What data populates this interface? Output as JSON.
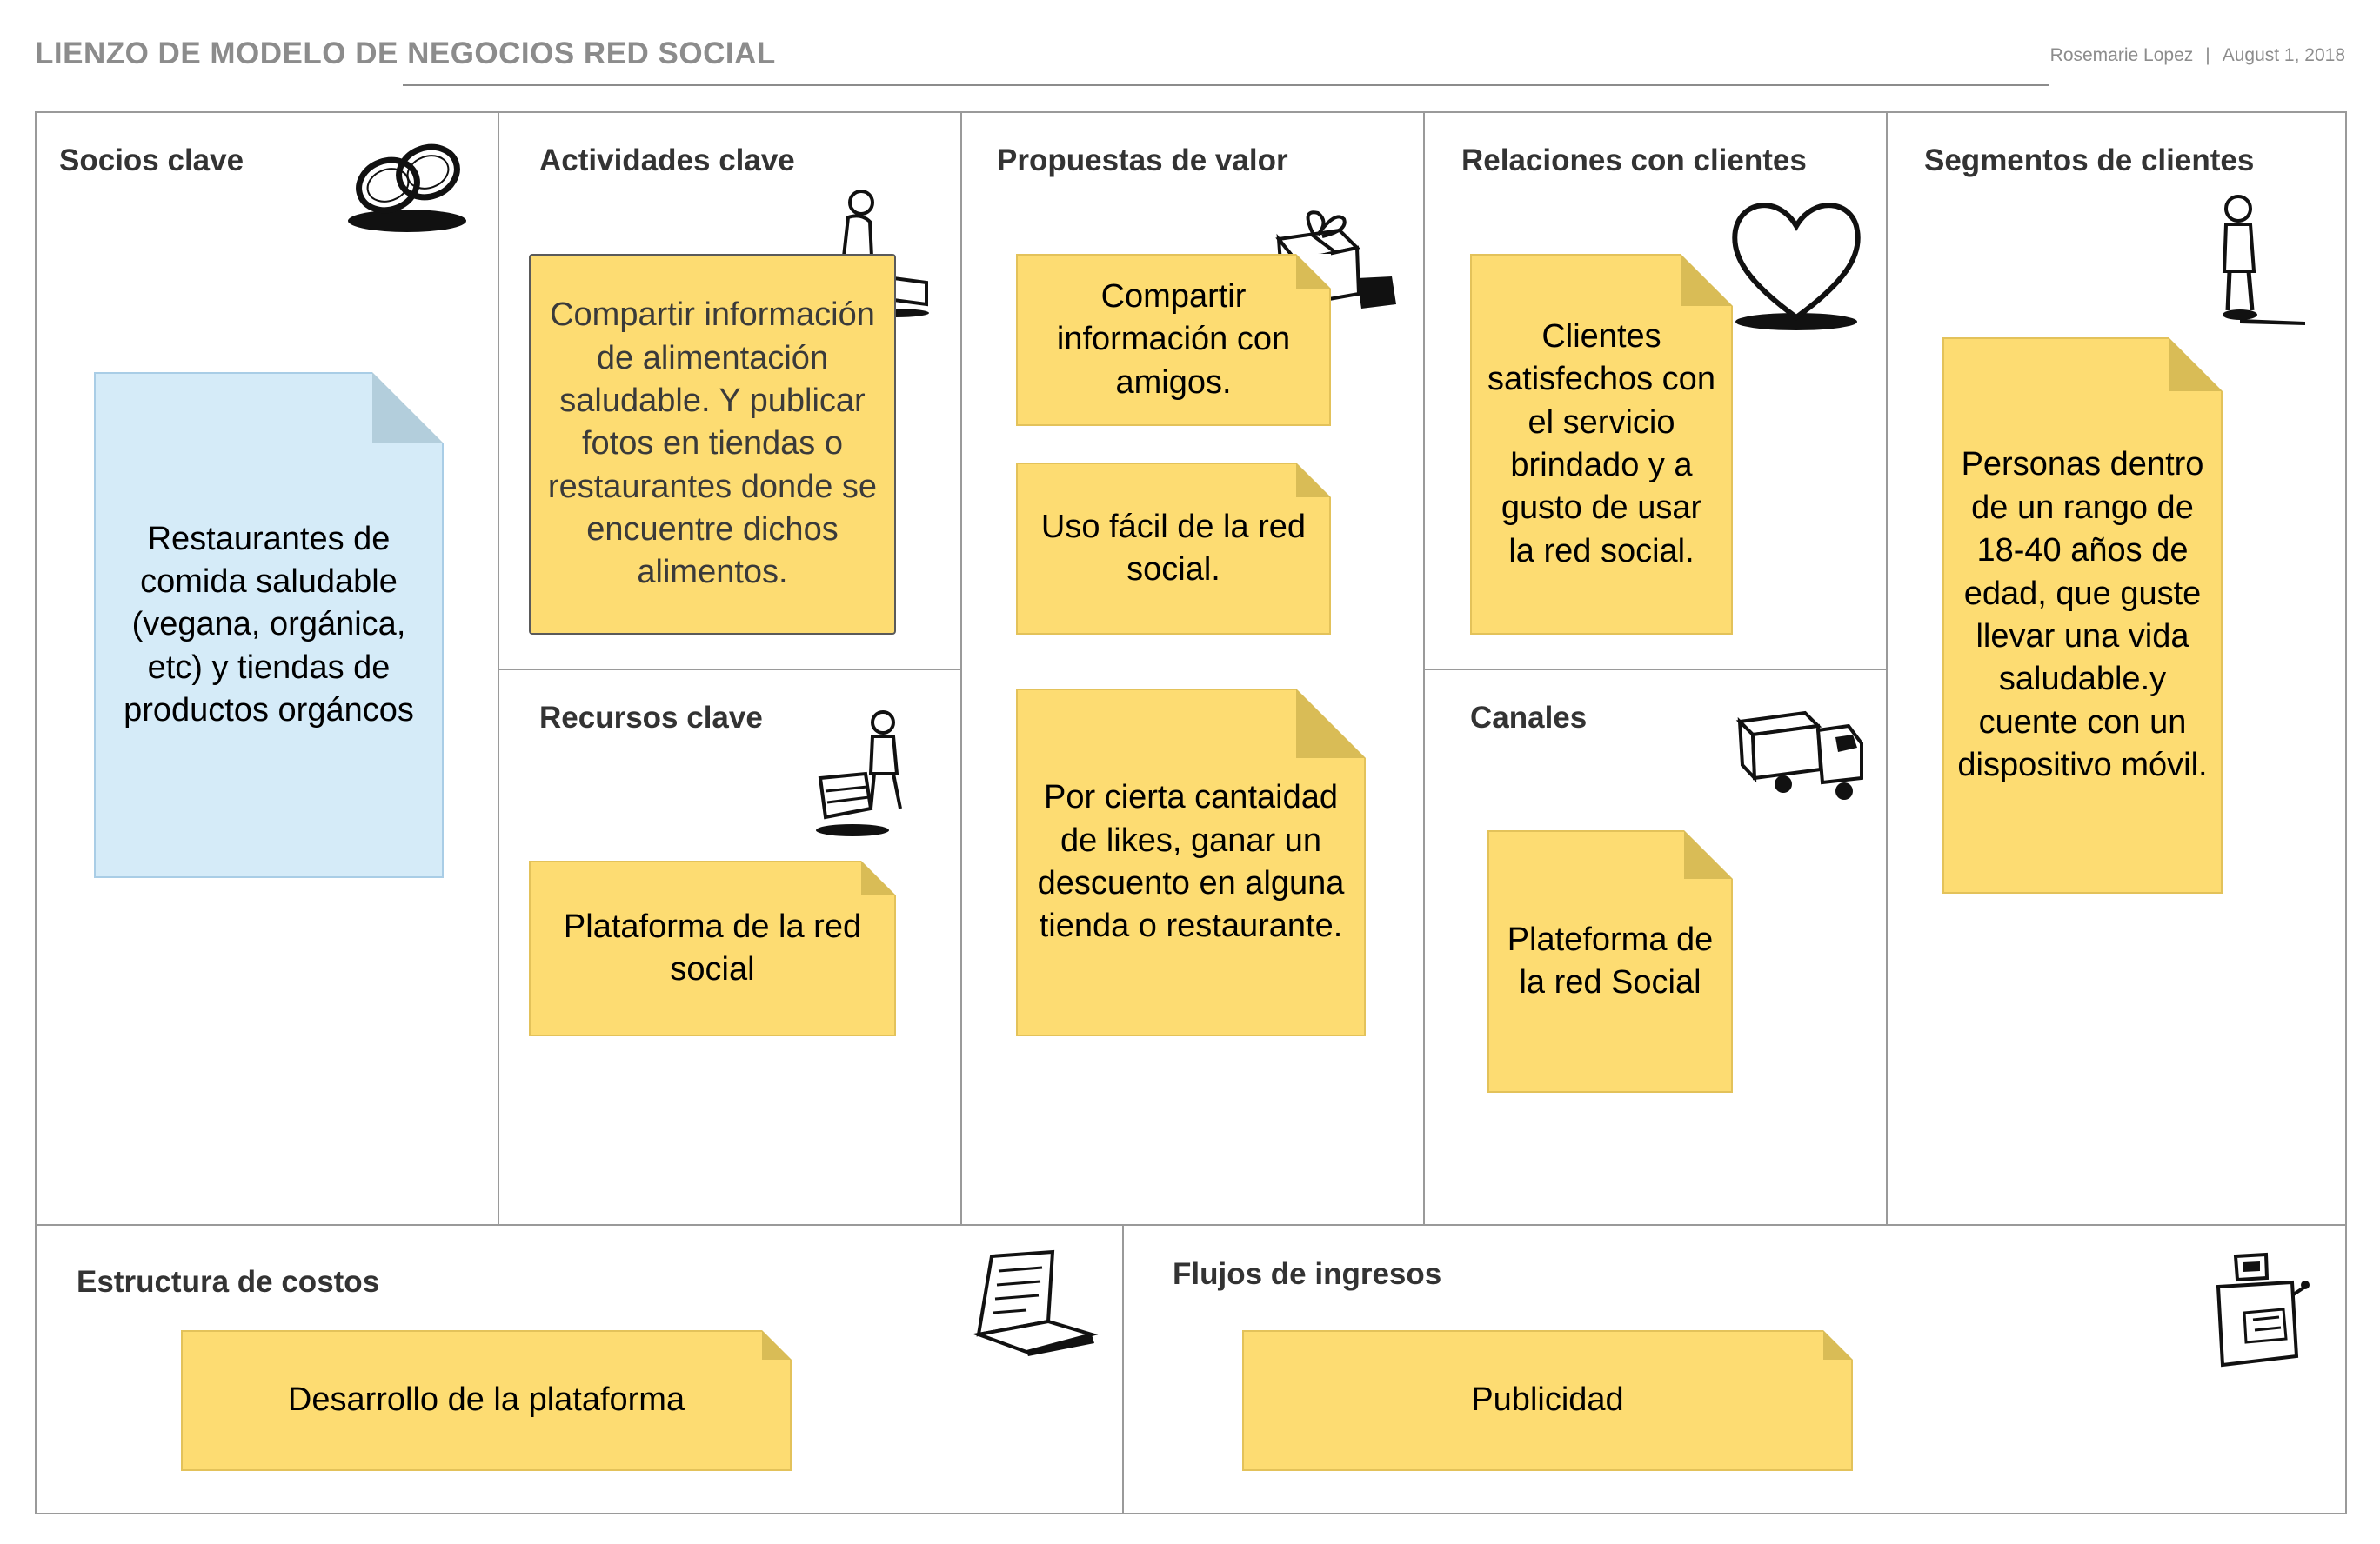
{
  "header": {
    "title": "LIENZO DE MODELO DE NEGOCIOS RED SOCIAL",
    "author": "Rosemarie Lopez",
    "separator": "|",
    "date": "August 1, 2018"
  },
  "sections": {
    "socios": {
      "title": "Socios clave",
      "icon": "rings-icon",
      "notes": [
        "Restaurantes de comida saludable (vegana, orgánica, etc) y tiendas de productos orgáncos"
      ]
    },
    "actividades": {
      "title": "Actividades clave",
      "icon": "person-at-desk-icon",
      "notes": [
        "Compartir información de alimentación saludable. Y publicar fotos en tiendas o restaurantes donde se encuentre dichos alimentos."
      ]
    },
    "recursos": {
      "title": "Recursos clave",
      "icon": "person-with-cart-icon",
      "notes": [
        "Plataforma de la red social"
      ]
    },
    "propuestas": {
      "title": "Propuestas de valor",
      "icon": "gift-icon",
      "notes": [
        "Compartir información con amigos.",
        "Uso fácil de la red social.",
        "Por cierta cantaidad de likes, ganar un descuento en alguna tienda o restaurante."
      ]
    },
    "relaciones": {
      "title": "Relaciones con clientes",
      "icon": "heart-icon",
      "notes": [
        "Clientes satisfechos con el servicio brindado y a gusto de usar la red social."
      ]
    },
    "canales": {
      "title": "Canales",
      "icon": "truck-icon",
      "notes": [
        "Plateforma de la red Social"
      ]
    },
    "segmentos": {
      "title": "Segmentos de clientes",
      "icon": "person-standing-icon",
      "notes": [
        "Personas dentro de un rango de 18-40 años  de edad, que guste llevar una vida saludable.y cuente con un dispositivo móvil."
      ]
    },
    "costos": {
      "title": "Estructura de costos",
      "icon": "invoice-icon",
      "notes": [
        "Desarrollo de la plataforma"
      ]
    },
    "ingresos": {
      "title": "Flujos de ingresos",
      "icon": "cash-register-icon",
      "notes": [
        "Publicidad"
      ]
    }
  },
  "colors": {
    "note_yellow": "#fddc72",
    "note_yellow_fold": "#d9bc56",
    "note_blue": "#d5ebf8",
    "note_blue_fold": "#b3cedc",
    "border": "#9a9a9a",
    "header_gray": "#8c8c8c"
  }
}
